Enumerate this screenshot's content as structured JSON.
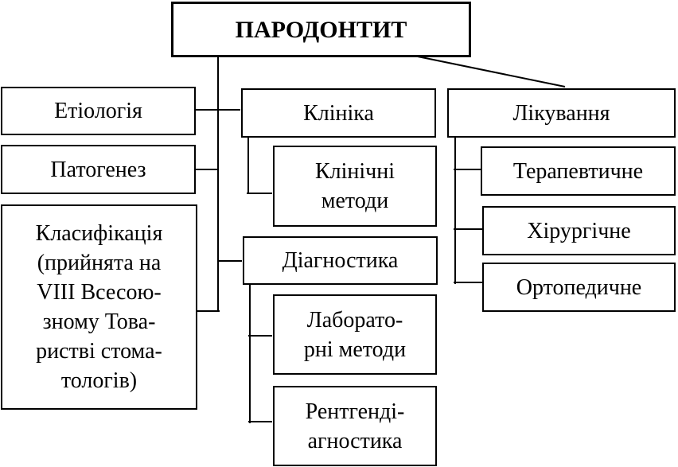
{
  "diagram": {
    "root": "ПАРОДОНТИТ",
    "left": {
      "etiology": "Етіологія",
      "pathogenesis": "Патогенез",
      "classification": "Класифікація\n(прийнята на\nVIII Всесою-\nзному Това-\nристві стома-\nтологів)"
    },
    "center": {
      "clinic": "Клініка",
      "clinical_methods": "Клінічні\nметоди",
      "diagnostics": "Діагностика",
      "lab_methods": "Лаборато-\nрні методи",
      "xray": "Рентгенді-\nагностика"
    },
    "right": {
      "treatment": "Лікування",
      "therapeutic": "Терапевтичне",
      "surgical": "Хірургічне",
      "orthopedic": "Ортопедичне"
    }
  }
}
